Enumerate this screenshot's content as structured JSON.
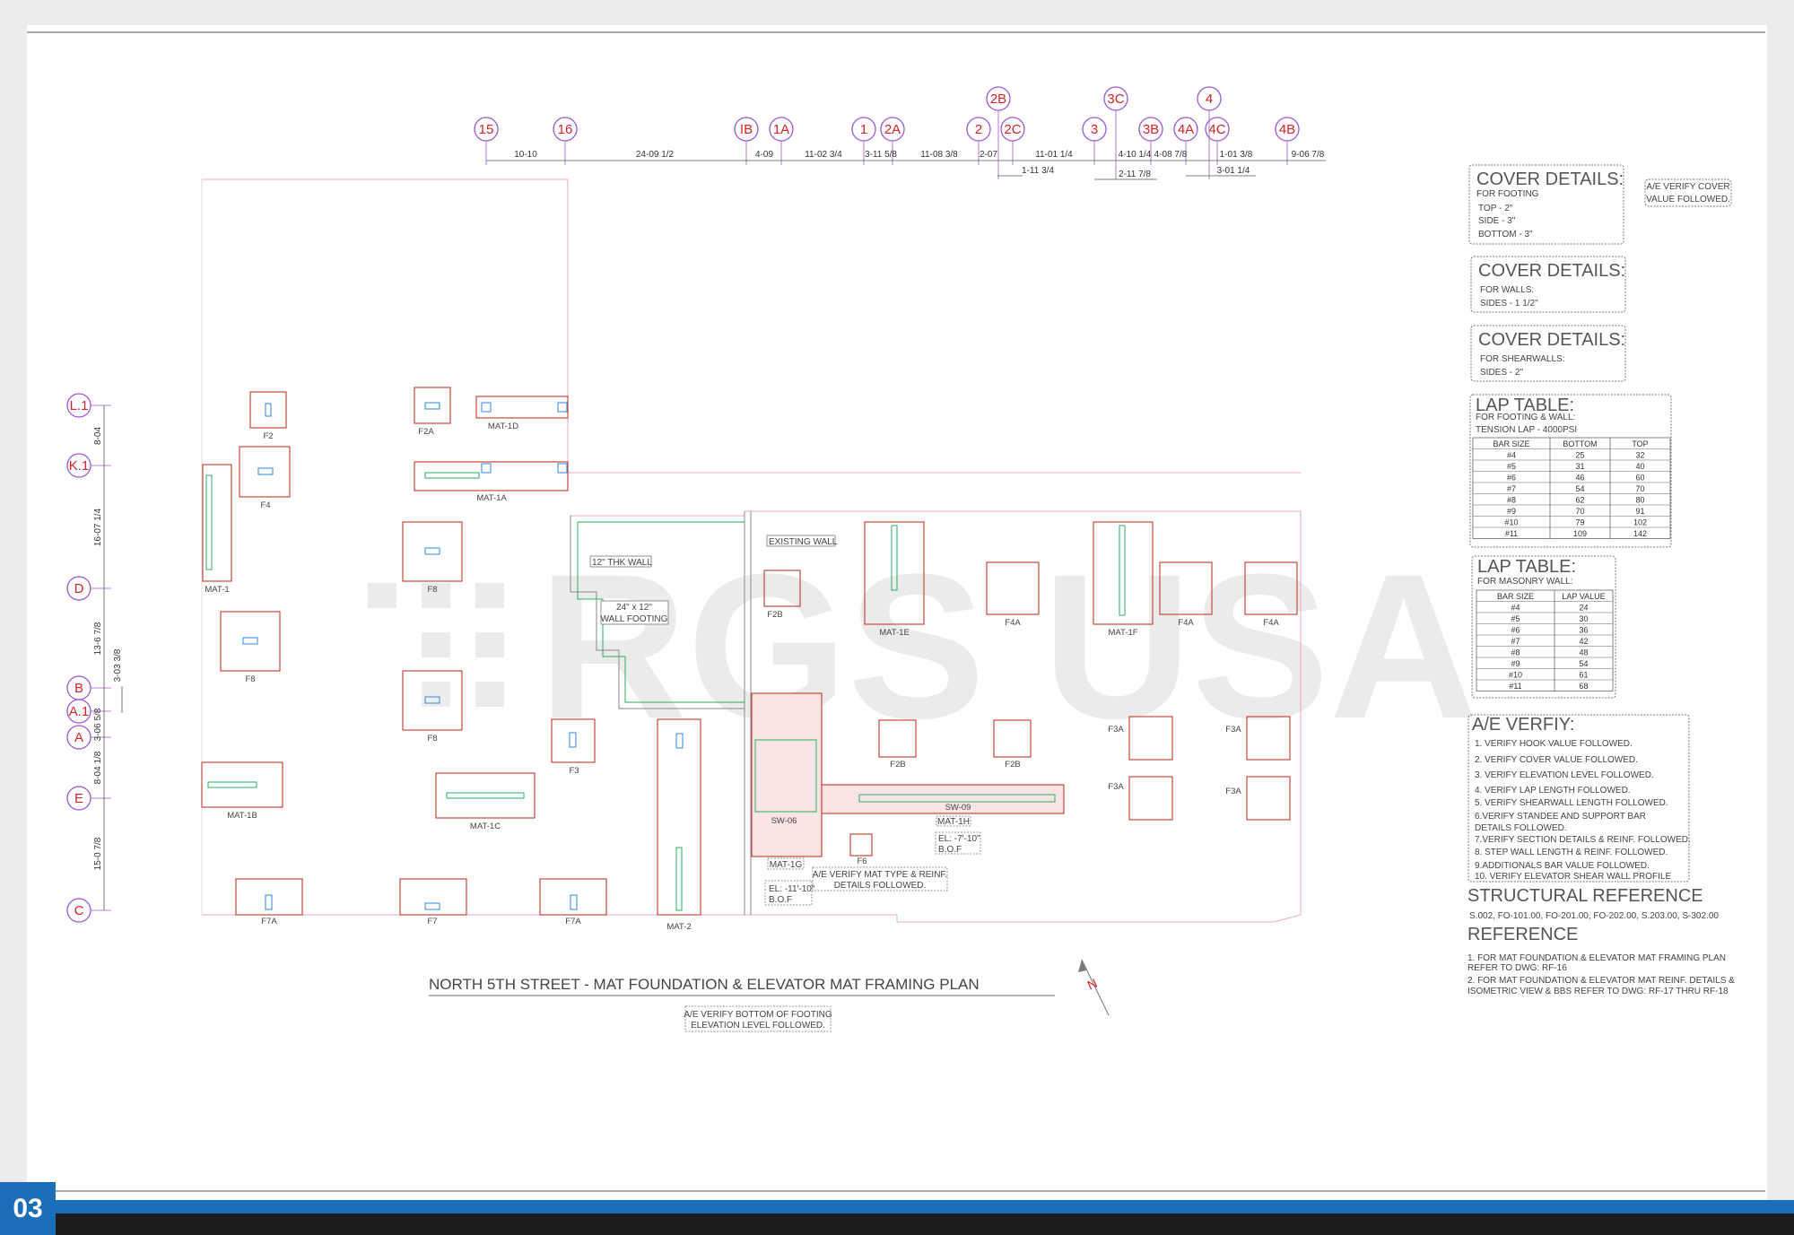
{
  "drawing": {
    "title": "NORTH 5TH STREET - MAT FOUNDATION & ELEVATOR MAT FRAMING PLAN",
    "note_bottom": [
      "A/E VERIFY BOTTOM OF FOOTING",
      "ELEVATION LEVEL FOLLOWED."
    ],
    "north_label": "N",
    "watermark": "RGS USA",
    "existing_wall": "EXISTING WALL",
    "wall_12": "12\" THK WALL",
    "wall_footing": [
      "24\" x 12\"",
      "WALL FOOTING"
    ],
    "mat_note": [
      "A/E VERIFY MAT TYPE & REINF.",
      "DETAILS FOLLOWED."
    ],
    "el_1h": [
      "EL: -7'-10\"",
      "B.O.F"
    ],
    "el_1g": [
      "EL: -11'-10\"",
      "B.O.F"
    ]
  },
  "grid_top": [
    "15",
    "16",
    "IB",
    "1A",
    "1",
    "2A",
    "2",
    "2C",
    "3",
    "3B",
    "4A",
    "4C",
    "4B"
  ],
  "grid_top_upper": [
    "2B",
    "3C",
    "4"
  ],
  "grid_left": [
    "L.1",
    "K.1",
    "D",
    "B",
    "A.1",
    "A",
    "E",
    "C"
  ],
  "dims_top_row1": [
    "10-10",
    "24-09 1/2",
    "4-09",
    "11-02 3/4",
    "3-11 5/8",
    "11-08 3/8",
    "2-07",
    "11-01 1/4",
    "4-10 1/4",
    "4-08 7/8",
    "1-01 3/8",
    "9-06 7/8"
  ],
  "dims_top_row2": [
    "1-11 3/4",
    "2-11 7/8",
    "3-01 1/4"
  ],
  "dims_left": [
    "8-04",
    "16-07 1/4",
    "13-6 7/8",
    "3-03 3/8",
    "3-06 5/8",
    "8-04 1/8",
    "15-0 7/8"
  ],
  "footings": {
    "F2": "F2",
    "F2A": "F2A",
    "MAT1D": "MAT-1D",
    "F4": "F4",
    "MAT1A": "MAT-1A",
    "MAT1": "MAT-1",
    "F8a": "F8",
    "F8b": "F8",
    "F8c": "F8",
    "F3": "F3",
    "MAT1B": "MAT-1B",
    "MAT1C": "MAT-1C",
    "F7Aa": "F7A",
    "F7": "F7",
    "F7Ab": "F7A",
    "MAT2": "MAT-2",
    "F2Ba": "F2B",
    "MAT1E": "MAT-1E",
    "F4Aa": "F4A",
    "MAT1F": "MAT-1F",
    "F4Ab": "F4A",
    "F4Ac": "F4A",
    "F2Bb": "F2B",
    "F2Bc": "F2B",
    "F3Aa": "F3A",
    "F3Ab": "F3A",
    "F3Ac": "F3A",
    "F3Ad": "F3A",
    "SW06": "SW-06",
    "SW09": "SW-09",
    "MAT1H": "MAT-1H",
    "MAT1G": "MAT-1G",
    "F6": "F6"
  },
  "cover_footing": {
    "title": "COVER DETAILS:",
    "sub": "FOR FOOTING",
    "lines": [
      "TOP - 2\"",
      "SIDE - 3\"",
      "BOTTOM - 3\""
    ]
  },
  "cover_note": [
    "A/E VERIFY COVER",
    "VALUE FOLLOWED."
  ],
  "cover_walls": {
    "title": "COVER DETAILS:",
    "sub": "FOR WALLS:",
    "lines": [
      "SIDES -  1 1/2\""
    ]
  },
  "cover_shear": {
    "title": "COVER DETAILS:",
    "sub": "FOR SHEARWALLS:",
    "lines": [
      "SIDES -  2\""
    ]
  },
  "lap_fw": {
    "title": "LAP TABLE:",
    "sub1": "FOR FOOTING & WALL:",
    "sub2": "TENSION LAP - 4000PSI",
    "headers": [
      "BAR SIZE",
      "BOTTOM",
      "TOP"
    ],
    "rows": [
      [
        "#4",
        "25",
        "32"
      ],
      [
        "#5",
        "31",
        "40"
      ],
      [
        "#6",
        "46",
        "60"
      ],
      [
        "#7",
        "54",
        "70"
      ],
      [
        "#8",
        "62",
        "80"
      ],
      [
        "#9",
        "70",
        "91"
      ],
      [
        "#10",
        "79",
        "102"
      ],
      [
        "#11",
        "109",
        "142"
      ]
    ]
  },
  "lap_mw": {
    "title": "LAP TABLE:",
    "sub1": "FOR MASONRY WALL:",
    "headers": [
      "BAR SIZE",
      "LAP VALUE"
    ],
    "rows": [
      [
        "#4",
        "24"
      ],
      [
        "#5",
        "30"
      ],
      [
        "#6",
        "36"
      ],
      [
        "#7",
        "42"
      ],
      [
        "#8",
        "48"
      ],
      [
        "#9",
        "54"
      ],
      [
        "#10",
        "61"
      ],
      [
        "#11",
        "68"
      ]
    ]
  },
  "ae_verify": {
    "title": "A/E VERFIY:",
    "items": [
      "1. VERIFY HOOK VALUE FOLLOWED.",
      "2. VERIFY COVER VALUE FOLLOWED.",
      "3. VERIFY ELEVATION LEVEL FOLLOWED.",
      "4. VERIFY LAP LENGTH FOLLOWED.",
      "5. VERIFY SHEARWALL LENGTH FOLLOWED.",
      "6.VERIFY STANDEE AND SUPPORT BAR",
      "   DETAILS FOLLOWED.",
      "7.VERIFY SECTION DETAILS & REINF. FOLLOWED.",
      "8. STEP WALL LENGTH & REINF. FOLLOWED.",
      "9.ADDITIONALS BAR VALUE FOLLOWED.",
      "10. VERIFY ELEVATOR SHEAR WALL PROFILE"
    ]
  },
  "structural_ref": {
    "title": "STRUCTURAL REFERENCE",
    "text": "S.002, FO-101.00, FO-201.00, FO-202.00, S.203.00, S-302.00"
  },
  "reference": {
    "title": "REFERENCE",
    "items": [
      "1. FOR MAT FOUNDATION & ELEVATOR MAT FRAMING PLAN",
      "    REFER TO DWG: RF-16",
      "2. FOR MAT FOUNDATION & ELEVATOR MAT REINF. DETAILS &",
      "    ISOMETRIC VIEW & BBS REFER TO DWG: RF-17 THRU RF-18"
    ]
  },
  "page_number": "03",
  "colors": {
    "grid_red": "#d2232a",
    "footing_red": "#c0392b",
    "rebar_blue": "#2e86de",
    "rebar_green": "#27ae60",
    "brand_blue": "#1a6fb8",
    "footer_dark": "#1c1c1c"
  }
}
